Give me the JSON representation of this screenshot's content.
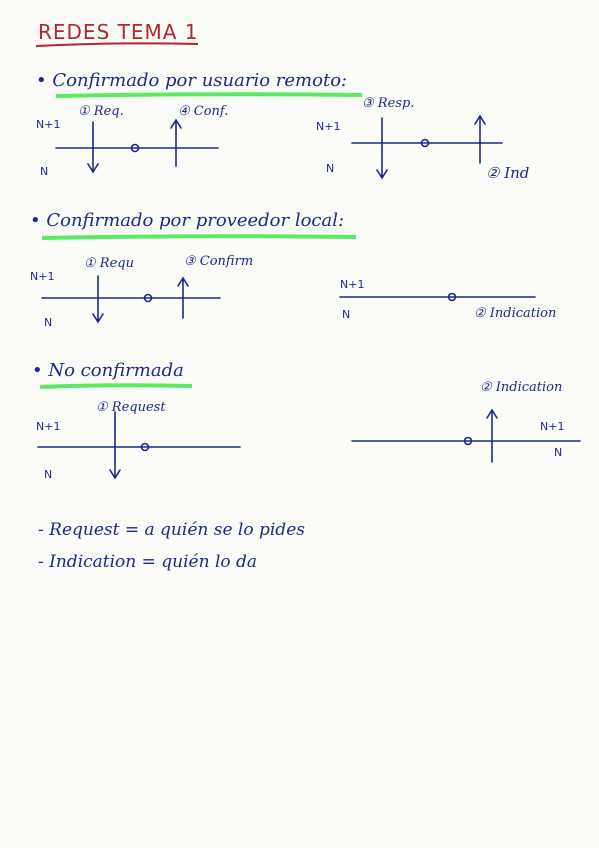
{
  "title": "REDES TEMA 1",
  "sections": [
    {
      "heading": "• Confirmado por usuario remoto:",
      "left": {
        "upper": "N+1",
        "lower": "N",
        "primitive1": "① Req.",
        "primitive2": "④ Conf."
      },
      "right": {
        "upper": "N+1",
        "lower": "N",
        "primitive1": "③ Resp.",
        "primitive2": "② Ind"
      }
    },
    {
      "heading": "• Confirmado por proveedor local:",
      "left": {
        "upper": "N+1",
        "lower": "N",
        "primitive1": "① Requ",
        "primitive2": "③ Confirm"
      },
      "right": {
        "upper": "N+1",
        "lower": "N",
        "primitive1": "② Indication"
      }
    },
    {
      "heading": "• No confirmada",
      "left": {
        "upper": "N+1",
        "lower": "N",
        "primitive1": "① Request"
      },
      "right": {
        "upper": "N+1",
        "lower": "N",
        "primitive1": "② Indication"
      }
    }
  ],
  "notes": [
    "- Request = a quién se lo pides",
    "- Indication = quién lo da"
  ],
  "colors": {
    "ink_blue": "#1b2a8a",
    "title_red": "#b3262b",
    "highlight_green": "#3ee64a"
  }
}
